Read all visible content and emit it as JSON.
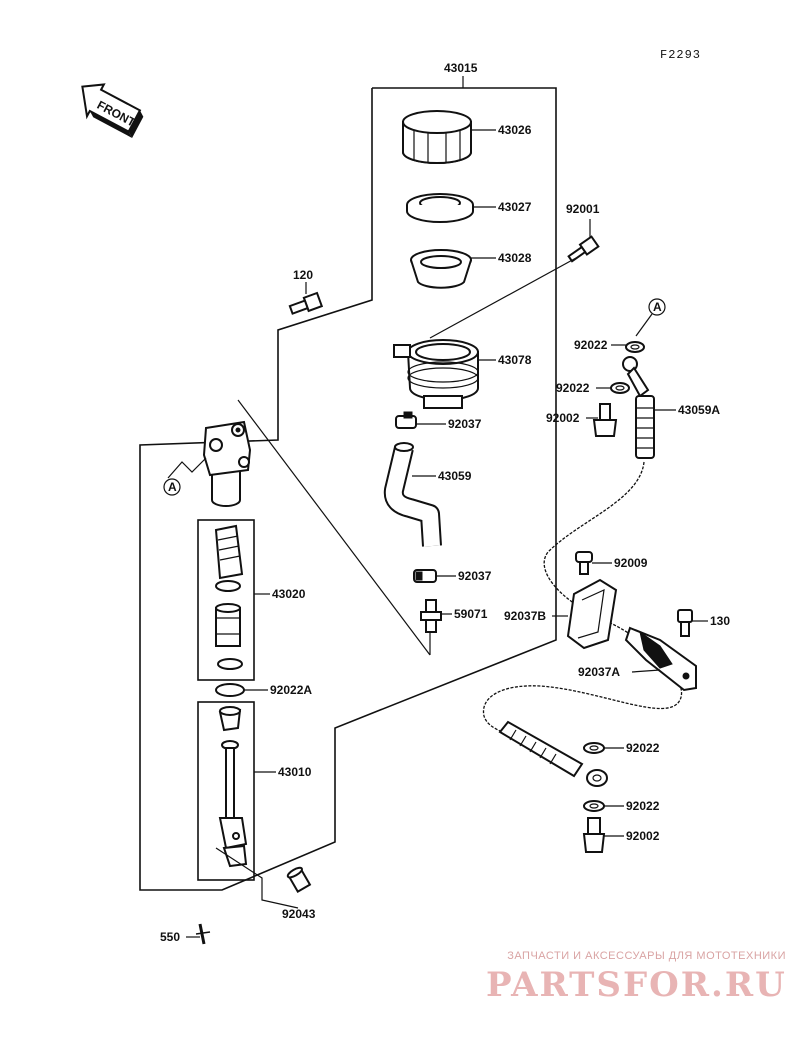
{
  "diagram_code": "F2293",
  "front_label": "FRONT",
  "watermark": {
    "line1": "ЗАПЧАСТИ И АКСЕССУАРЫ ДЛЯ МОТОТЕХНИКИ",
    "line2": "PARTSFOR.RU"
  },
  "parts": {
    "p43015": "43015",
    "p43026": "43026",
    "p43027": "43027",
    "p43028": "43028",
    "p92001": "92001",
    "p120": "120",
    "p43078": "43078",
    "p92037_top": "92037",
    "p43059": "43059",
    "p92037_mid": "92037",
    "p59071": "59071",
    "p43020": "43020",
    "p92022A": "92022A",
    "p43010": "43010",
    "p92043": "92043",
    "p550": "550",
    "p92022_a": "92022",
    "p92022_b": "92022",
    "p92002_a": "92002",
    "p43059A": "43059A",
    "p92009": "92009",
    "p92037B": "92037B",
    "p130": "130",
    "p92037A": "92037A",
    "p92022_c": "92022",
    "p92022_d": "92022",
    "p92002_b": "92002"
  },
  "markers": {
    "a_left": "A",
    "a_right": "A"
  }
}
